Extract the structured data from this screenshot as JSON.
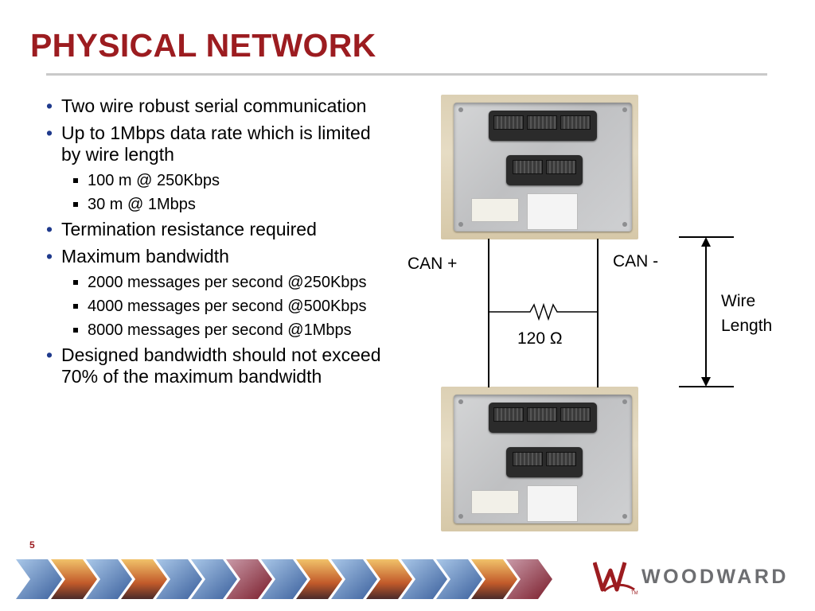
{
  "slide": {
    "title": "PHYSICAL NETWORK",
    "page_number": "5"
  },
  "bullets": [
    {
      "text": "Two wire robust serial communication",
      "sub": []
    },
    {
      "text": "Up to 1Mbps data rate which is limited by wire length",
      "sub": [
        "100 m @ 250Kbps",
        "30 m @ 1Mbps"
      ]
    },
    {
      "text": "Termination resistance required",
      "sub": []
    },
    {
      "text": "Maximum bandwidth",
      "sub": [
        "2000 messages per second @250Kbps",
        "4000 messages per second @500Kbps",
        "8000 messages per second @1Mbps"
      ]
    },
    {
      "text": "Designed bandwidth should not exceed 70% of the maximum bandwidth",
      "sub": []
    }
  ],
  "diagram": {
    "can_plus": "CAN +",
    "can_minus": "CAN -",
    "resistor": "120 Ω",
    "wire_length_1": "Wire",
    "wire_length_2": "Length"
  },
  "footer": {
    "brand": "WOODWARD"
  },
  "colors": {
    "title": "#9c1c20",
    "bullet": "#1f3a8c",
    "rule": "#c9c9c9"
  }
}
